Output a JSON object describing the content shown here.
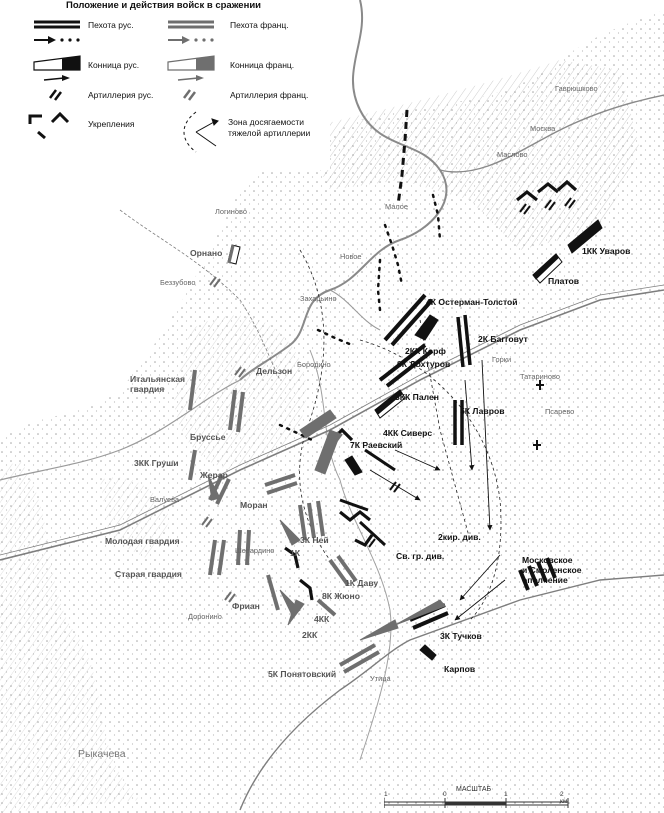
{
  "legend": {
    "title": "Положение и действия войск в сражении",
    "items": [
      {
        "label": "Пехота рус."
      },
      {
        "label": "Пехота франц."
      },
      {
        "label": "Конница рус."
      },
      {
        "label": "Конница франц."
      },
      {
        "label": "Артиллерия рус."
      },
      {
        "label": "Артиллерия франц."
      },
      {
        "label": "Укрепления"
      },
      {
        "label": "Зона досягаемости\nтяжелой артиллерии"
      }
    ],
    "colors": {
      "russian": "#111111",
      "french": "#6f6f6f"
    }
  },
  "units": {
    "uvarov": "1КК Уваров",
    "platov": "Платов",
    "osterman": "4К Остерман-Толстой",
    "baggovut": "2К Багговут",
    "korf": "2КК Корф",
    "dokhturov": "6К Дохтуров",
    "palen": "3КК Пален",
    "lavrov": "5К Лавров",
    "sivers": "4КК Сиверс",
    "raevsky": "7К Раевский",
    "kir_div": "2кир. див.",
    "gren_div": "Св. гр. див.",
    "militia": "Московское\nи Смоленское\nополчение",
    "tuchkov": "3К Тучков",
    "karpov": "Карпов",
    "ornano": "Орнано",
    "delzon": "Дельзон",
    "italian_guard": "Итальянская\nгвардия",
    "broussier": "Бруссье",
    "grouchy": "3КК Груши",
    "gerard": "Жерар",
    "morand": "Моран",
    "young_guard": "Молодая гвардия",
    "old_guard": "Старая гвардия",
    "k1": "1К",
    "ney": "3К Ней",
    "davout": "1К Даву",
    "junot": "8К Жюно",
    "kk4": "4КК",
    "friant": "Фриан",
    "kk2": "2КК",
    "poniatowski": "5К Понятовский"
  },
  "places": {
    "gavrishkovo": "Гаврюшково",
    "moskva": "Москва",
    "maslovo": "Маслово",
    "malye": "Малое",
    "novoe": "Новое",
    "zakharino": "Захарьино",
    "borodino": "Бородино",
    "bezzubovo": "Беззубово",
    "loginovo": "Логиново",
    "valuева": "Валуева",
    "shevardino": "Шевардино",
    "doronino": "Доронино",
    "utitsa": "Утица",
    "gorki": "Горки",
    "tatarinovo": "Татариново",
    "psarevo": "Псарево",
    "rykachevo": "Рыкачева"
  },
  "scale": {
    "title": "МАСШТАБ",
    "ticks": [
      "1",
      "0",
      "1",
      "2 км"
    ]
  }
}
